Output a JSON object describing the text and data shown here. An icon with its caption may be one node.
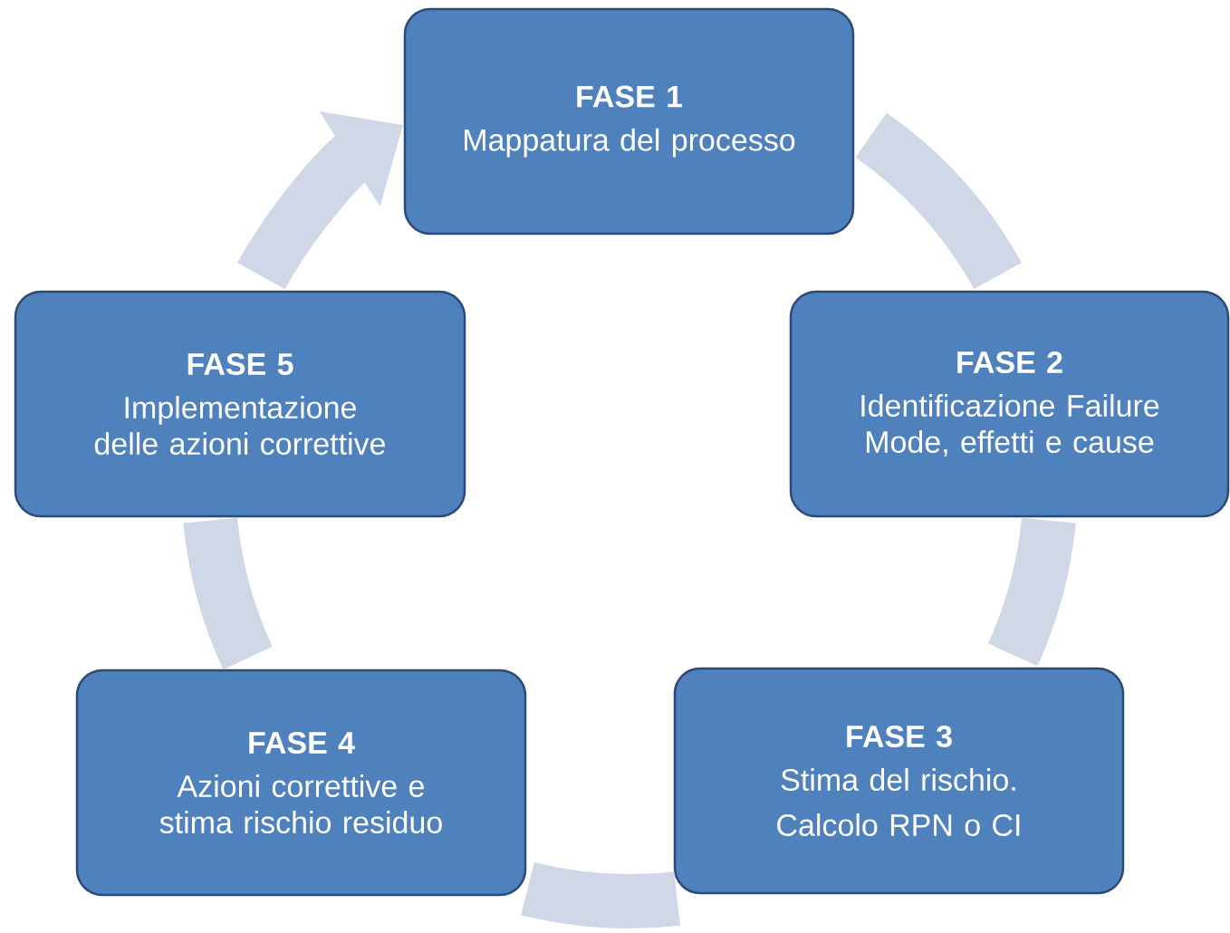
{
  "diagram": {
    "nodes": [
      {
        "text": [
          "FASE 1",
          "Mappatura del processo"
        ]
      },
      {
        "text": [
          "FASE 2",
          "Identificazione Failure Mode, effetti e cause"
        ]
      },
      {
        "text": [
          "FASE 3",
          "Stima del rischio.",
          "Calcolo RPN o CI"
        ]
      },
      {
        "text": [
          "FASE 4",
          "Azioni correttive e stima rischio residuo"
        ]
      },
      {
        "text": [
          "FASE 5",
          "Implementazione delle azioni correttive"
        ]
      }
    ],
    "edges": [
      {
        "from": 0,
        "to": 1,
        "arrow": "none"
      },
      {
        "from": 1,
        "to": 2,
        "arrow": "none"
      },
      {
        "from": 2,
        "to": 3,
        "arrow": "none"
      },
      {
        "from": 3,
        "to": 4,
        "arrow": "none"
      },
      {
        "from": 4,
        "to": 0,
        "arrow": "to"
      }
    ]
  }
}
